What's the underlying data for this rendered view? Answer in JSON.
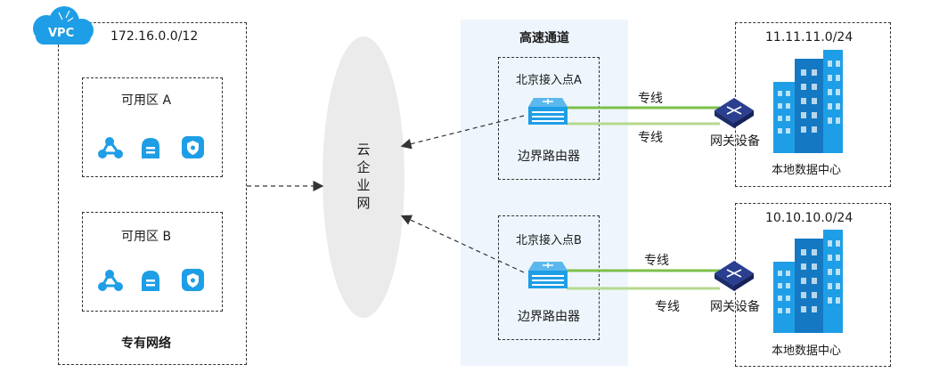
{
  "vpc": {
    "badge": "VPC",
    "cidr": "172.16.0.0/12",
    "zone_a": "可用区 A",
    "zone_b": "可用区 B",
    "footer": "专有网络"
  },
  "cloud_network": {
    "label_chars": [
      "云",
      "企",
      "业",
      "网"
    ]
  },
  "express_channel": {
    "title": "高速通道",
    "access_a": "北京接入点A",
    "access_b": "北京接入点B",
    "router_label_a": "边界路由器",
    "router_label_b": "边界路由器"
  },
  "links": {
    "a_top": "专线",
    "a_bottom": "专线",
    "b_top": "专线",
    "b_bottom": "专线"
  },
  "gateway": {
    "label_a": "网关设备",
    "label_b": "网关设备"
  },
  "datacenter_a": {
    "cidr": "11.11.11.0/24",
    "label": "本地数据中心"
  },
  "datacenter_b": {
    "cidr": "10.10.10.0/24",
    "label": "本地数据中心"
  },
  "colors": {
    "accent_blue": "#1e9ee6",
    "panel_bg": "#eef5fc",
    "line_green": "#7cbf4a",
    "line_light_green": "#b5d98f",
    "ellipse_gray": "#ebebeb"
  }
}
